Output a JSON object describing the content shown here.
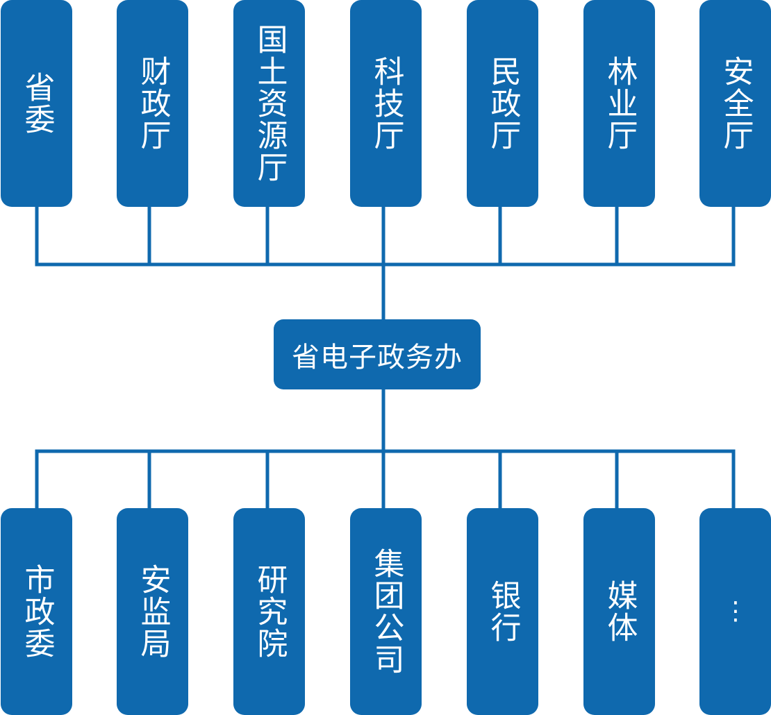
{
  "center": {
    "label": "省电子政务办"
  },
  "colors": {
    "box": "#0f69ae",
    "line": "#0f69ae"
  },
  "top_nodes": [
    {
      "label": "省委"
    },
    {
      "label": "财政厅"
    },
    {
      "label": "国土资源厅"
    },
    {
      "label": "科技厅"
    },
    {
      "label": "民政厅"
    },
    {
      "label": "林业厅"
    },
    {
      "label": "安全厅"
    }
  ],
  "bottom_nodes": [
    {
      "label": "市政委"
    },
    {
      "label": "安监局"
    },
    {
      "label": "研究院"
    },
    {
      "label": "集团公司"
    },
    {
      "label": "银行"
    },
    {
      "label": "媒体"
    },
    {
      "label": "⋮"
    }
  ]
}
